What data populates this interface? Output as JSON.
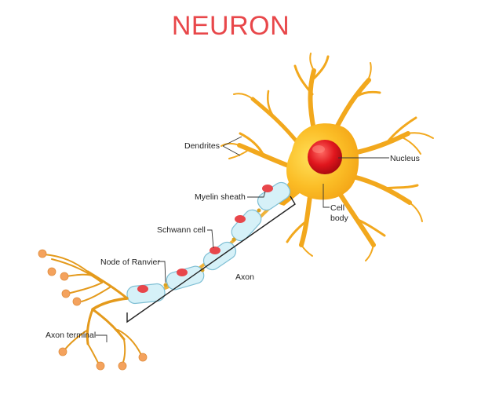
{
  "title": "NEURON",
  "labels": {
    "dendrites": "Dendrites",
    "nucleus": "Nucleus",
    "myelin_sheath": "Myelin sheath",
    "cell_body_line1": "Cell",
    "cell_body_line2": "body",
    "schwann_cell": "Schwann cell",
    "node_of_ranvier": "Node of Ranvier",
    "axon": "Axon",
    "axon_terminal": "Axon terminal"
  },
  "colors": {
    "title": "#e8474a",
    "cell_body": "#f9b323",
    "nucleus": "#d8121c",
    "myelin": "#d6f1f8",
    "schwann_nucleus": "#e8464b",
    "terminal_bouton": "#f4a25d"
  }
}
